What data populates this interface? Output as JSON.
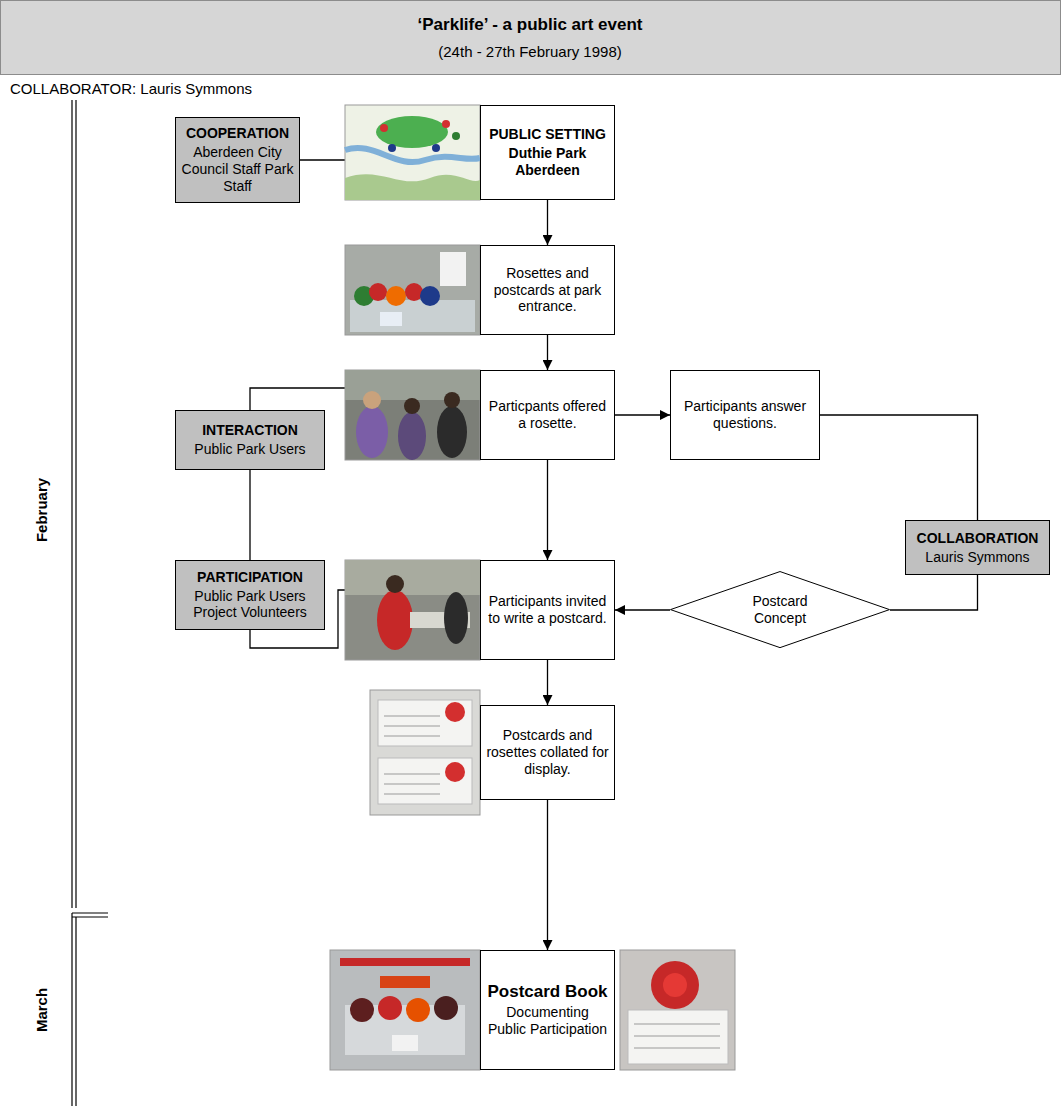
{
  "diagram": {
    "title": "‘Parklife’ - a public art event",
    "nodes": [
      {
        "text": [
          "COOPERATION",
          "Aberdeen City Council Staff Park Staff"
        ]
      },
      {
        "text": [
          "PUBLIC SETTING",
          "Duthie Park Aberdeen"
        ]
      },
      {
        "text": [
          "Rosettes and postcards at park entrance."
        ]
      },
      {
        "text": [
          "INTERACTION",
          "Public Park Users"
        ]
      },
      {
        "text": [
          "Particpants offered a rosette."
        ]
      },
      {
        "text": [
          "Participants answer questions."
        ]
      },
      {
        "text": [
          "COLLABORATION",
          "Lauris Symmons"
        ]
      },
      {
        "text": [
          "PARTICIPATION",
          "Public Park Users Project Volunteers"
        ]
      },
      {
        "text": [
          "Participants invited to write a postcard."
        ]
      },
      {
        "text": [
          "Postcard Concept"
        ]
      },
      {
        "text": [
          "Postcards and rosettes collated for display."
        ]
      },
      {
        "text": [
          "Postcard Book",
          "Documenting Public Participation"
        ]
      }
    ],
    "edges": [
      {
        "from": 0,
        "to": 1,
        "arrow": "none"
      },
      {
        "from": 1,
        "to": 2,
        "arrow": "to"
      },
      {
        "from": 2,
        "to": 4,
        "arrow": "to"
      },
      {
        "from": 3,
        "to": 4,
        "arrow": "none"
      },
      {
        "from": 4,
        "to": 5,
        "arrow": "to"
      },
      {
        "from": 4,
        "to": 8,
        "arrow": "to"
      },
      {
        "from": 3,
        "to": 7,
        "arrow": "none"
      },
      {
        "from": 5,
        "to": 6,
        "arrow": "none"
      },
      {
        "from": 7,
        "to": 8,
        "arrow": "none"
      },
      {
        "from": 6,
        "to": 9,
        "arrow": "none"
      },
      {
        "from": 9,
        "to": 8,
        "arrow": "to"
      },
      {
        "from": 8,
        "to": 10,
        "arrow": "to"
      },
      {
        "from": 10,
        "to": 11,
        "arrow": "to"
      }
    ],
    "labels": [
      "(24th - 27th February 1998)",
      "COLLABORATOR: Lauris Symmons",
      "February",
      "March"
    ]
  }
}
